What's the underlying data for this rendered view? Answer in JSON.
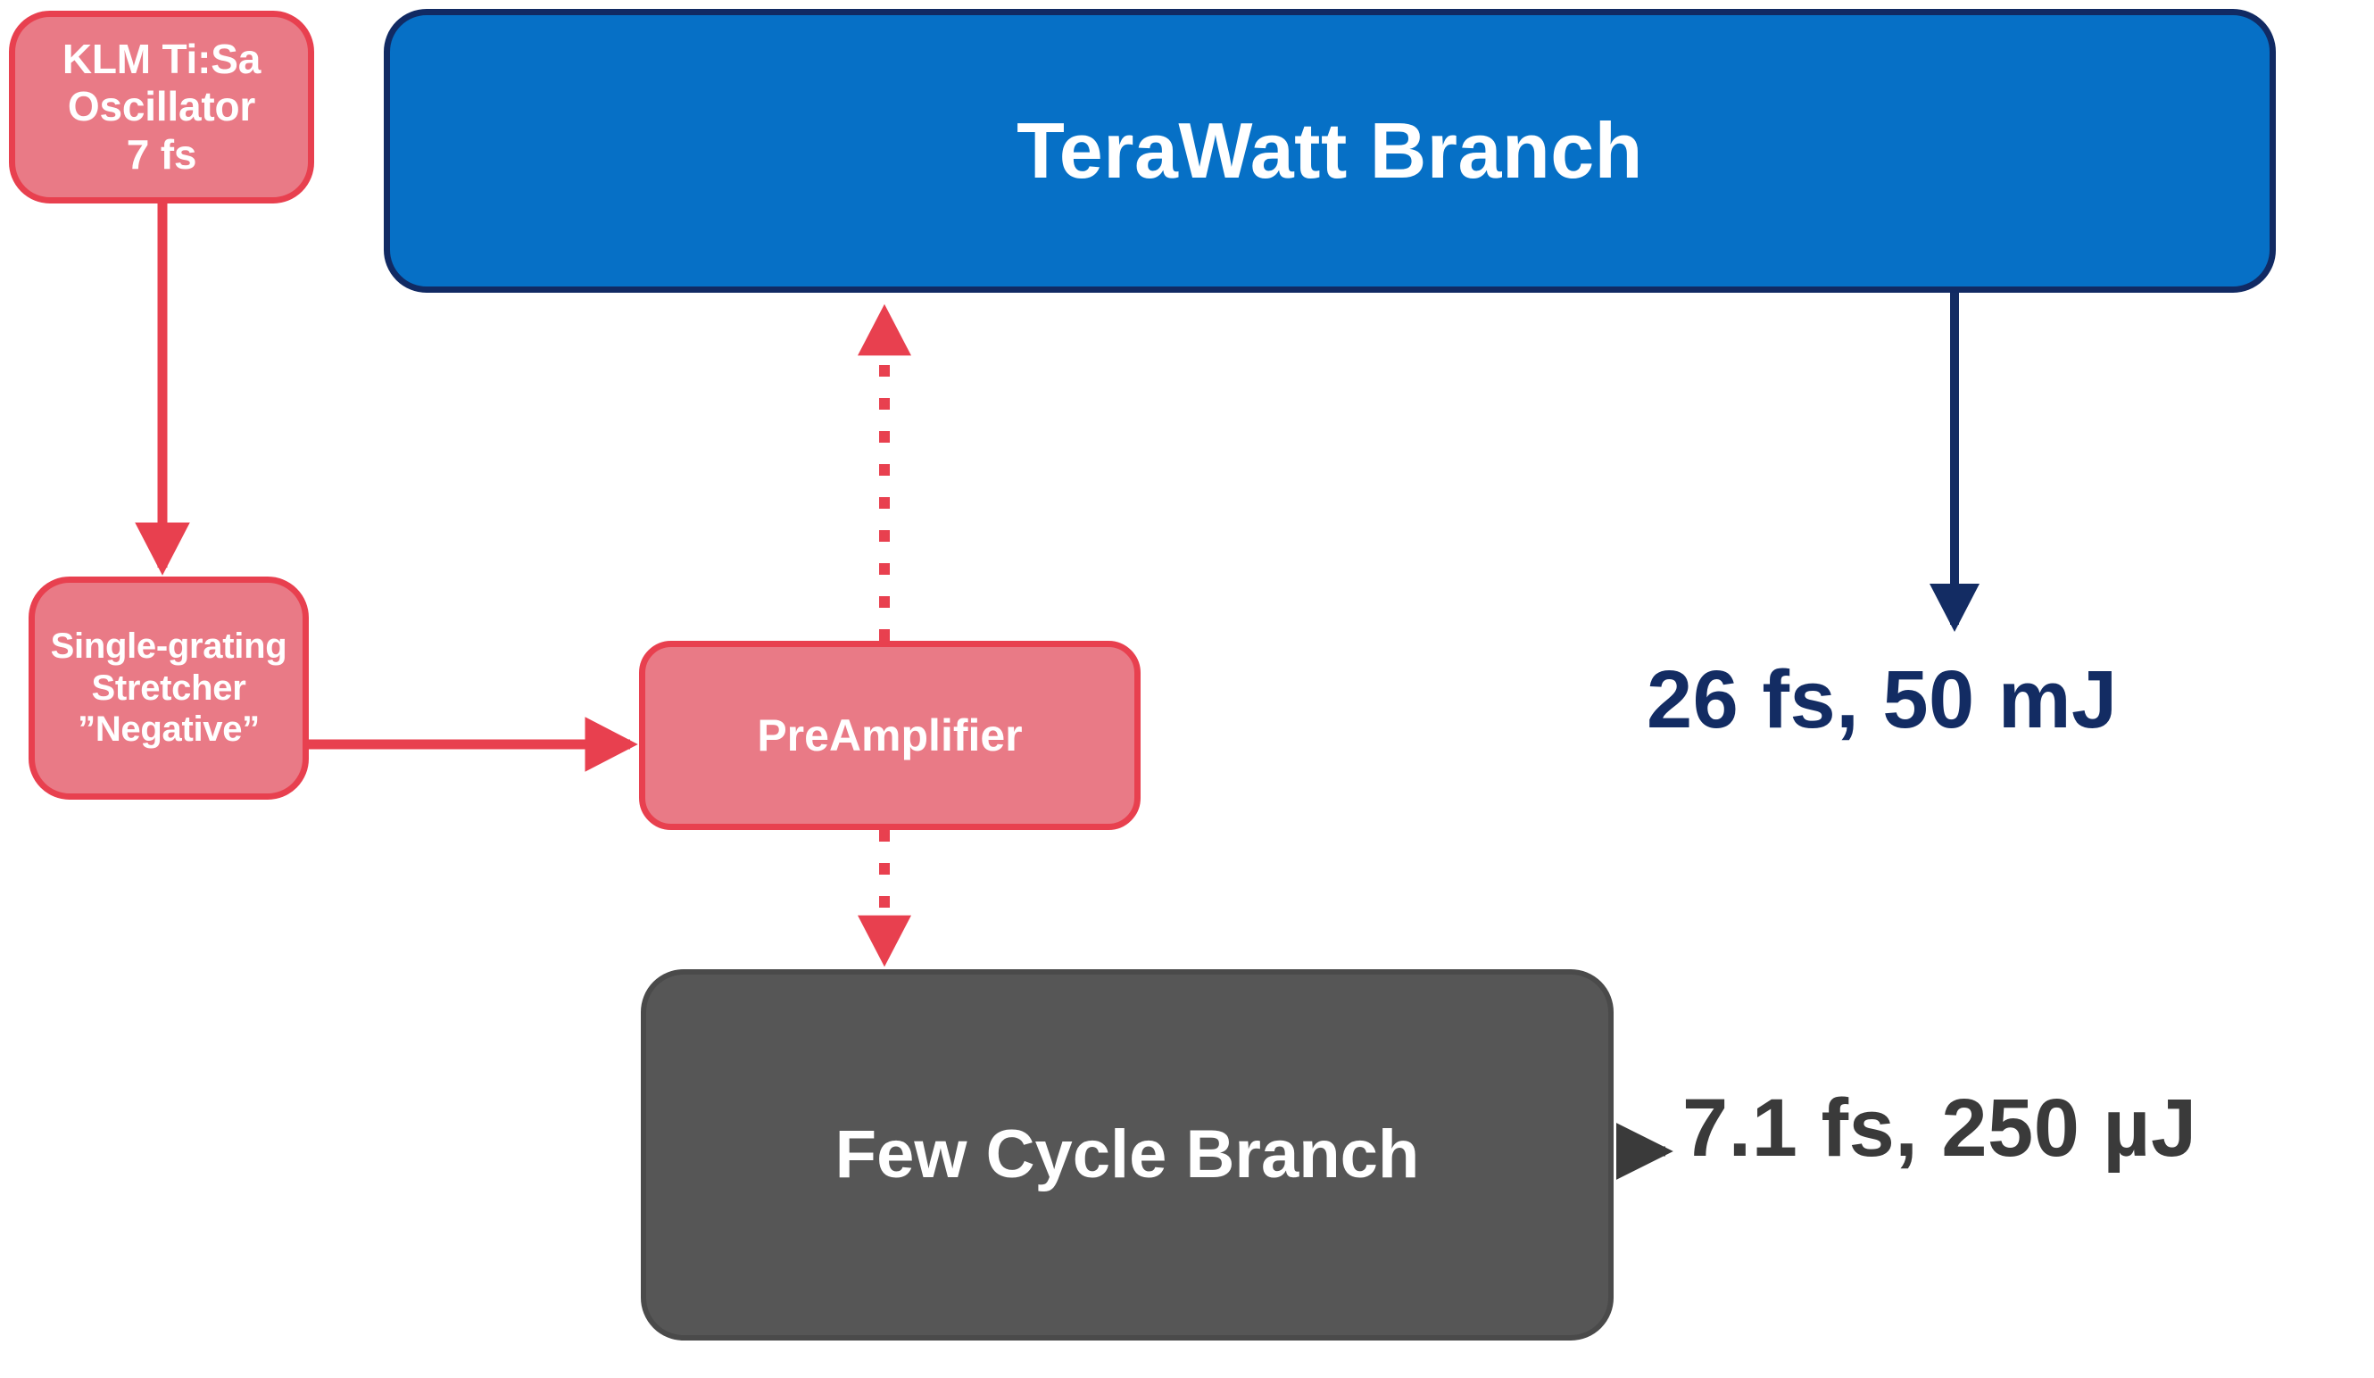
{
  "diagram": {
    "title": "Laser system branch schematic",
    "background_color": "#ffffff",
    "palette": {
      "pink_fill": "#E97A86",
      "pink_border": "#E8404F",
      "blue_fill": "#0670C6",
      "blue_border": "#112A63",
      "gray_fill": "#565656",
      "gray_border": "#4A4A4A",
      "navy_text": "#132C63",
      "dark_text": "#3A3A3A",
      "node_text": "#ffffff"
    },
    "nodes": {
      "oscillator": {
        "label": "KLM Ti:Sa\nOscillator\n7 fs",
        "fill": "#E97A86",
        "border": "#E8404F"
      },
      "stretcher": {
        "label": "Single-grating\nStretcher\n”Negative”",
        "fill": "#E97A86",
        "border": "#E8404F"
      },
      "preamplifier": {
        "label": "PreAmplifier",
        "fill": "#E97A86",
        "border": "#E8404F"
      },
      "terawatt_branch": {
        "label": "TeraWatt Branch",
        "fill": "#0670C6",
        "border": "#112A63"
      },
      "few_cycle_branch": {
        "label": "Few Cycle Branch",
        "fill": "#565656",
        "border": "#4A4A4A"
      }
    },
    "outputs": {
      "terawatt": {
        "label": "26 fs, 50 mJ",
        "color": "#132C63"
      },
      "few_cycle": {
        "label": "7.1 fs, 250 µJ",
        "color": "#3A3A3A"
      }
    },
    "connectors": [
      {
        "name": "oscillator-to-stretcher",
        "from": "oscillator",
        "to": "stretcher",
        "style": "solid",
        "color": "#E8404F",
        "direction": "down"
      },
      {
        "name": "stretcher-to-preamplifier",
        "from": "stretcher",
        "to": "preamplifier",
        "style": "solid",
        "color": "#E8404F",
        "direction": "right"
      },
      {
        "name": "preamplifier-to-terawatt",
        "from": "preamplifier",
        "to": "terawatt_branch",
        "style": "dotted",
        "color": "#E8404F",
        "direction": "up"
      },
      {
        "name": "preamplifier-to-fewcycle",
        "from": "preamplifier",
        "to": "few_cycle_branch",
        "style": "dotted",
        "color": "#E8404F",
        "direction": "down"
      },
      {
        "name": "terawatt-to-output",
        "from": "terawatt_branch",
        "to": "terawatt_output",
        "style": "solid",
        "color": "#132C63",
        "direction": "down"
      },
      {
        "name": "fewcycle-to-output",
        "from": "few_cycle_branch",
        "to": "few_cycle_output",
        "style": "solid",
        "color": "#3A3A3A",
        "direction": "right"
      }
    ]
  }
}
